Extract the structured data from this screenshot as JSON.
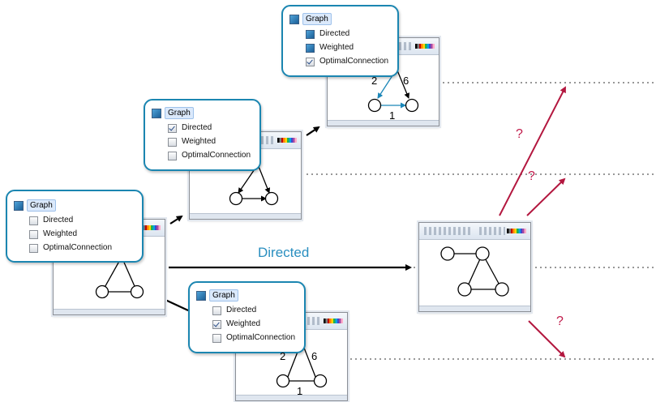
{
  "features": {
    "root": "Graph",
    "directed": "Directed",
    "weighted": "Weighted",
    "optimal": "OptimalConnection"
  },
  "transition_label": "Directed",
  "unknown_marks": [
    "?",
    "?",
    "?"
  ],
  "weights": {
    "weighted_left": "2",
    "weighted_right": "6",
    "weighted_bottom": "1",
    "optimal_left": "2",
    "optimal_right": "6",
    "optimal_bottom": "1"
  },
  "colors": {
    "panel_border": "#1b86b1",
    "label_blue": "#2a8fc0",
    "question_red": "#c01a4a"
  }
}
